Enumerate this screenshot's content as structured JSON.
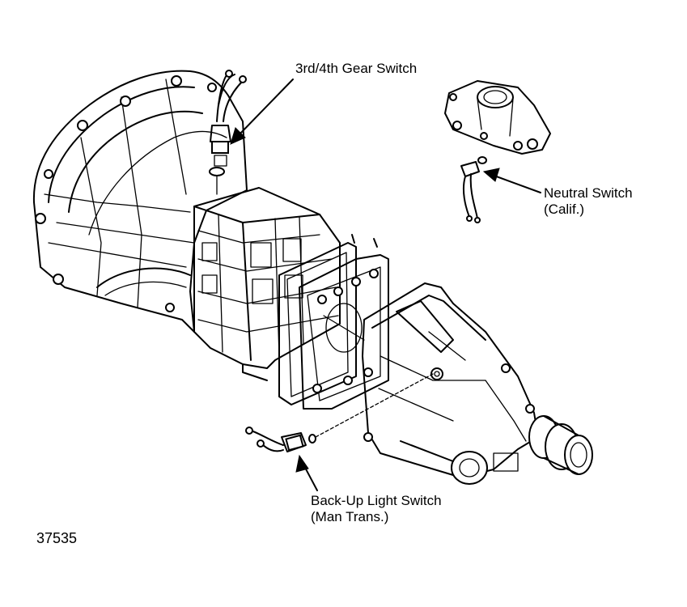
{
  "labels": {
    "gear_switch": "3rd/4th Gear Switch",
    "neutral_switch_line1": "Neutral Switch",
    "neutral_switch_line2": "(Calif.)",
    "backup_switch_line1": "Back-Up Light Switch",
    "backup_switch_line2": "(Man Trans.)",
    "figure_number": "37535"
  }
}
